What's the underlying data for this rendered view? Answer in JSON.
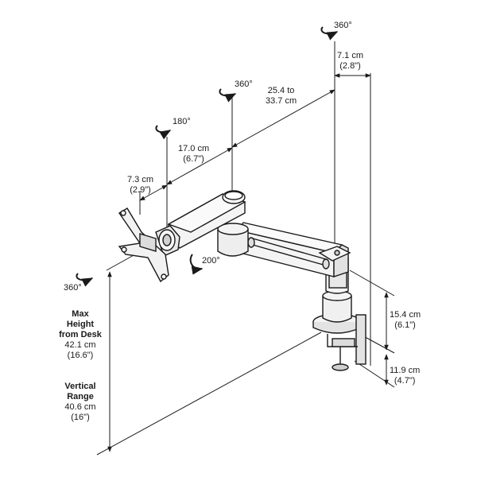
{
  "rotations": {
    "top_post": "360°",
    "upper_arm": "360°",
    "head_tilt": "180°",
    "pivot": "200°",
    "monitor_plate": "360°"
  },
  "dimensions": {
    "post_offset": {
      "cm": "7.1 cm",
      "in": "(2.8\")"
    },
    "upper_arm_reach": {
      "cm_line1": "25.4 to",
      "cm_line2": "33.7 cm"
    },
    "forearm": {
      "cm": "17.0 cm",
      "in": "(6.7\")"
    },
    "head": {
      "cm": "7.3 cm",
      "in": "(2.9\")"
    },
    "post_height": {
      "cm": "15.4 cm",
      "in": "(6.1\")"
    },
    "clamp_range": {
      "cm": "11.9 cm",
      "in": "(4.7\")"
    }
  },
  "max_height": {
    "title_line1": "Max",
    "title_line2": "Height",
    "title_line3": "from Desk",
    "cm": "42.1 cm",
    "in": "(16.6\")"
  },
  "vertical_range": {
    "title_line1": "Vertical",
    "title_line2": "Range",
    "cm": "40.6 cm",
    "in": "(16\")"
  },
  "colors": {
    "line": "#1a1a1a",
    "arm_fill": "#f4f4f4",
    "shade": "#bdbdbd"
  }
}
